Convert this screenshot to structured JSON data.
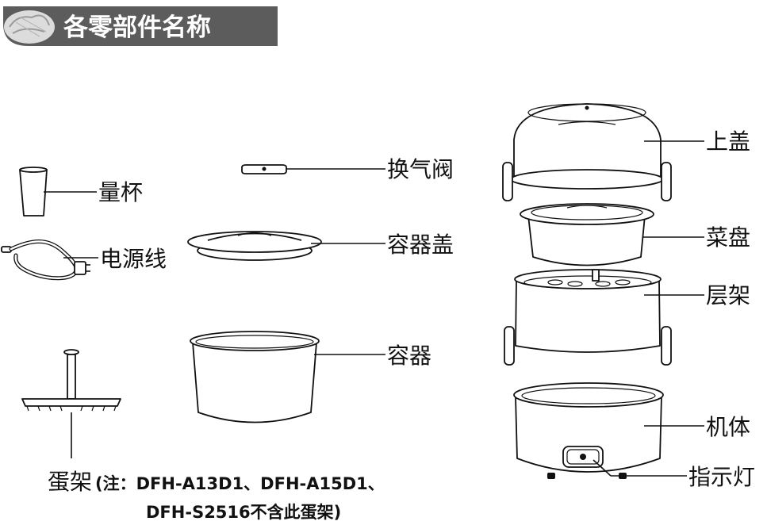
{
  "header": {
    "title": "各零部件名称"
  },
  "labels": {
    "upper_lid": "上盖",
    "vent_valve": "换气阀",
    "measuring_cup": "量杯",
    "container_lid": "容器盖",
    "dish_tray": "菜盘",
    "power_cord": "电源线",
    "layer_rack": "层架",
    "container": "容器",
    "base_unit": "机体",
    "indicator_light": "指示灯",
    "egg_rack": "蛋架",
    "note_line1": "(注：DFH-A13D1、DFH-A15D1、",
    "note_line2": "DFH-S2516不含此蛋架)"
  }
}
